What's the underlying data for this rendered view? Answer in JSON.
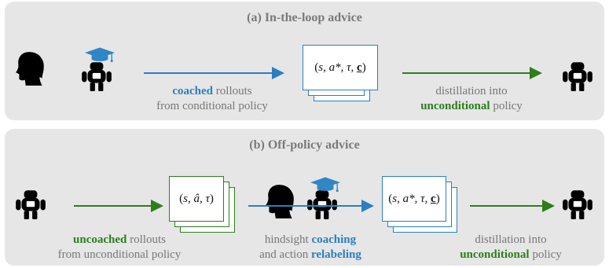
{
  "panel_a": {
    "title": "(a) In-the-loop advice",
    "rollout_caption": {
      "highlight": "coached",
      "rest": " rollouts",
      "line2": "from conditional policy"
    },
    "card": {
      "tuple": [
        "s",
        "a*",
        "τ",
        "c"
      ]
    },
    "distill_caption": {
      "line1": "distillation into",
      "highlight": "unconditional",
      "rest": " policy"
    }
  },
  "panel_b": {
    "title": "(b) Off-policy advice",
    "rollout_caption": {
      "highlight": "uncoached",
      "rest": " rollouts",
      "line2": "from unconditional policy"
    },
    "card_left": {
      "tuple": [
        "s",
        "â",
        "τ"
      ]
    },
    "hindsight_caption": {
      "line1_plain": "hindsight ",
      "line1_highlight": "coaching",
      "line2_plain": "and action ",
      "line2_highlight": "relabeling"
    },
    "card_right": {
      "tuple": [
        "s",
        "a*",
        "τ",
        "c"
      ]
    },
    "distill_caption": {
      "line1": "distillation into",
      "highlight": "unconditional",
      "rest": " policy"
    }
  },
  "colors": {
    "blue": "#2c7fbf",
    "green": "#2e7d1f",
    "panel": "#e6e6e6",
    "caption_gray": "#777777",
    "hat_blue": "#2f86c5"
  },
  "icons": [
    "human-head-icon",
    "robot-icon",
    "graduation-cap-icon"
  ]
}
